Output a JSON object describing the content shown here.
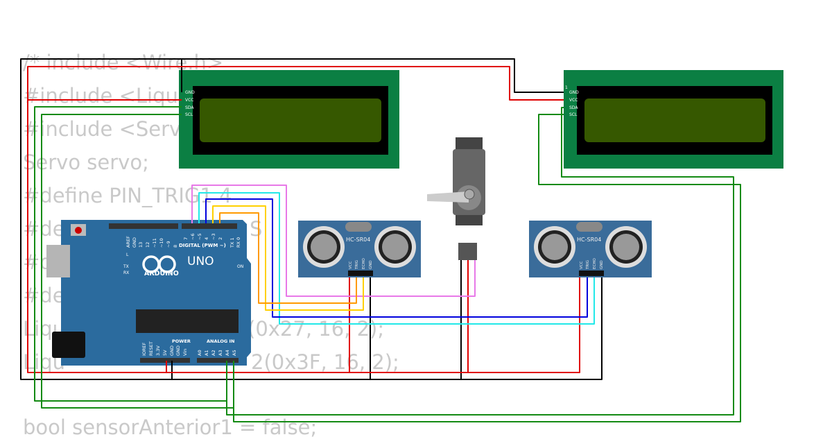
{
  "code_lines": [
    "/* include <Wire.h>",
    "#include <Liqui",
    "#include <Serv",
    "Servo servo;",
    "#define PIN_TRIG1 4",
    "#de",
    "S",
    "#d",
    "#de",
    "Liqu",
    "(0x27, 16, 2);",
    "Liqu",
    "2(0x3F, 16, 2);",
    "bool sensorAnterior1 = false;"
  ],
  "lcd1": {
    "pins": [
      "GND",
      "VCC",
      "SDA",
      "SCL"
    ],
    "color": "#0b7f43"
  },
  "lcd2": {
    "pin1": "1",
    "pins": [
      "GND",
      "VCC",
      "SDA",
      "SCL"
    ],
    "color": "#0b7f43"
  },
  "arduino": {
    "model": "UNO",
    "brand": "ARDUINO",
    "digital_label": "DIGITAL (PWM ~)",
    "digital_pins": [
      "AREF",
      "GND",
      "13",
      "12",
      "~11",
      "~10",
      "~9",
      "8",
      "7",
      "~6",
      "~5",
      "4",
      "~3",
      "2",
      "TX 1",
      "RX 0"
    ],
    "power_label": "POWER",
    "power_pins": [
      "IOREF",
      "RESET",
      "3.3V",
      "5V",
      "GND",
      "GND",
      "Vin"
    ],
    "analog_label": "ANALOG IN",
    "analog_pins": [
      "A0",
      "A1",
      "A2",
      "A3",
      "A4",
      "A5"
    ],
    "leds": [
      "L",
      "TX",
      "RX",
      "ON"
    ],
    "color": "#2b6b9e"
  },
  "sensor1": {
    "label": "HC-SR04",
    "pins": [
      "VCC",
      "TRIG",
      "ECHO",
      "GND"
    ]
  },
  "sensor2": {
    "label": "HC-SR04",
    "pins": [
      "VCC",
      "TRIG",
      "ECHO",
      "GND"
    ]
  },
  "servo": {
    "color": "#666666"
  },
  "wire_colors": {
    "gnd": "#000000",
    "vcc": "#e00000",
    "i2c": "#138a13",
    "pink": "#e879e8",
    "cyan": "#22e8e8",
    "blue": "#0000dd",
    "yellow": "#ffd000",
    "orange": "#ff9a00"
  }
}
